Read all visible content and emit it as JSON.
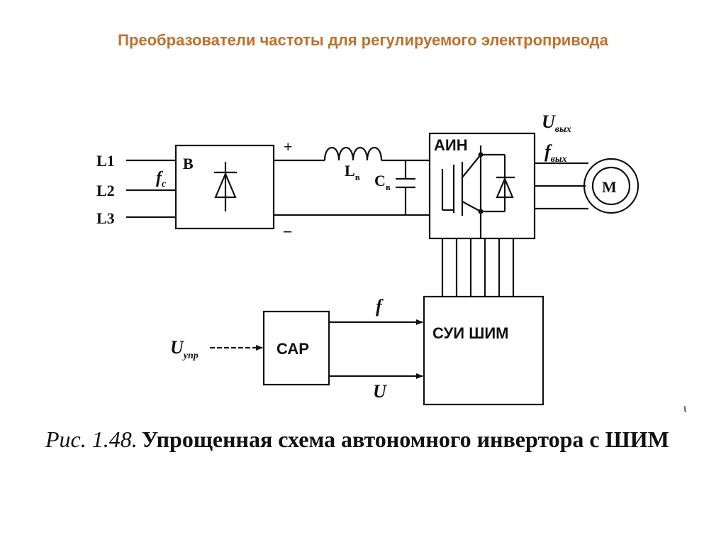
{
  "slide": {
    "title": "Преобразователи частоты для регулируемого электропривода",
    "title_color": "#c0702a"
  },
  "diagram": {
    "inputs": {
      "l1": "L1",
      "l2": "L2",
      "l3": "L3"
    },
    "fc": {
      "main": "f",
      "sub": "с"
    },
    "rectifier": "В",
    "plus": "+",
    "minus": "–",
    "inductor": {
      "main": "L",
      "sub": "в"
    },
    "capacitor": {
      "main": "C",
      "sub": "в"
    },
    "inverter": "АИН",
    "u_out": {
      "main": "U",
      "sub": "вых"
    },
    "f_out": {
      "main": "f",
      "sub": "вых"
    },
    "motor": "М",
    "controller": "САР",
    "pwm_unit": "СУИ ШИМ",
    "signal_f": "f",
    "signal_u": "U",
    "u_ctrl": {
      "main": "U",
      "sub": "упр"
    },
    "small_mark": "ι"
  },
  "caption": {
    "prefix": "Рис. 1.48.",
    "text": "Упрощенная схема автономного инвертора с ШИМ"
  }
}
